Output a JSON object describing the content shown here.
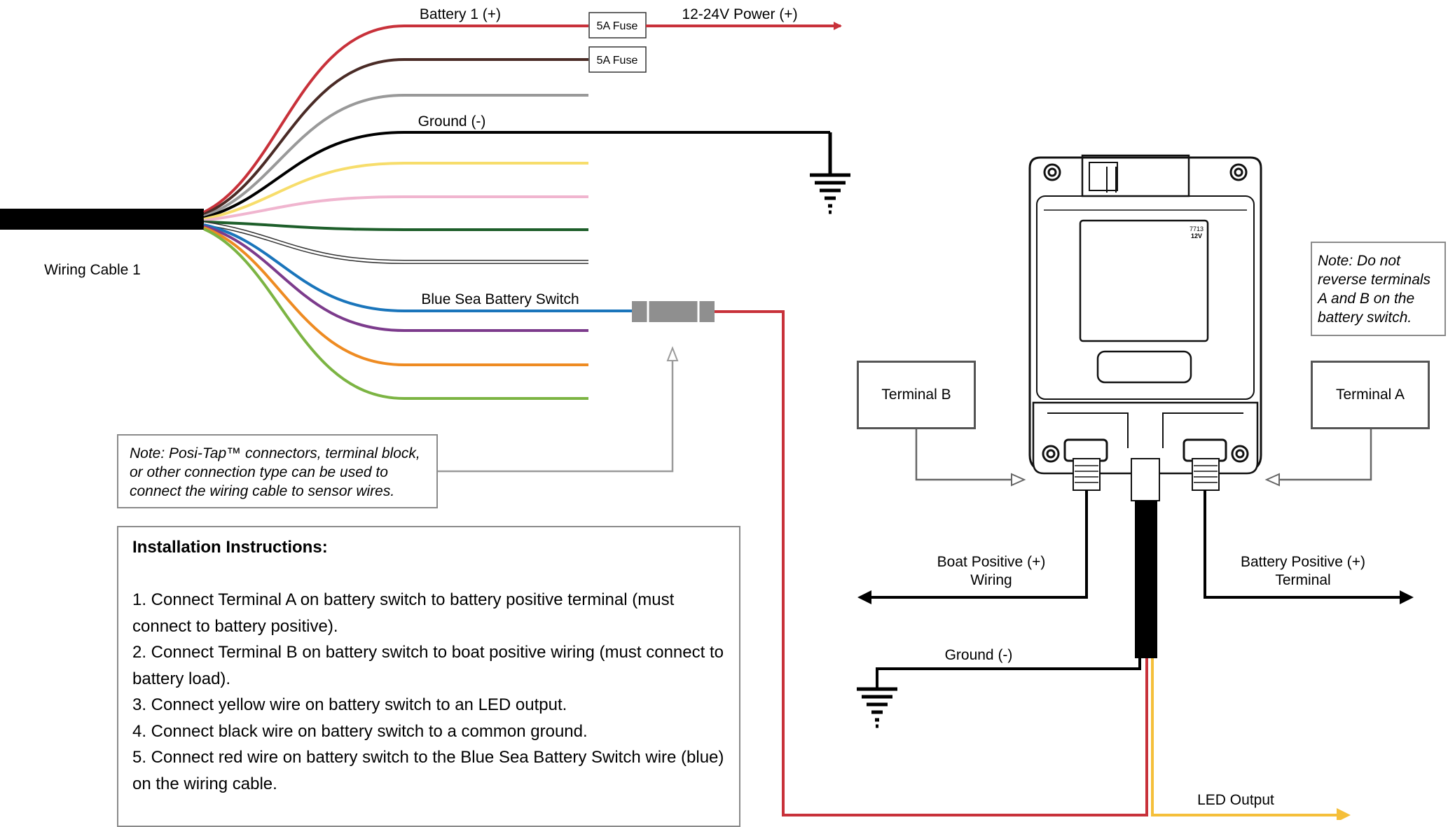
{
  "wire_labels": {
    "battery1": "Battery 1 (+)",
    "power": "12-24V Power (+)",
    "fuse1": "5A Fuse",
    "fuse2": "5A Fuse",
    "ground_top": "Ground (-)",
    "blue_sea": "Blue Sea Battery Switch",
    "wiring_cable": "Wiring Cable 1",
    "boat_positive_line1": "Boat Positive (+)",
    "boat_positive_line2": "Wiring",
    "battery_positive_line1": "Battery Positive (+)",
    "battery_positive_line2": "Terminal",
    "ground_bottom": "Ground (-)",
    "led_output": "LED Output",
    "device_model": "7713",
    "device_voltage": "12V"
  },
  "terminals": {
    "b": "Terminal B",
    "a": "Terminal A"
  },
  "notes": {
    "posi_tap": "Note: Posi-Tap™ connectors, terminal block, or other connection type can be used to connect the wiring cable to sensor wires.",
    "terminals": "Note: Do not reverse terminals A and B on the battery switch."
  },
  "instructions": {
    "title": "Installation Instructions:",
    "steps": [
      "1. Connect Terminal A on battery switch to battery positive terminal (must connect to battery positive).",
      "2. Connect Terminal B on battery switch  to boat positive wiring (must connect to battery load).",
      "3. Connect yellow wire on battery switch to an LED output.",
      "4. Connect black wire on battery switch to a common ground.",
      "5. Connect red wire on battery switch to the Blue Sea Battery Switch wire (blue) on the wiring cable."
    ]
  },
  "wire_colors": [
    "#c8313a",
    "#4a2b26",
    "#999999",
    "#000000",
    "#f7dd6b",
    "#f0b5cf",
    "#1d5e2a",
    "#ffffff",
    "#1a75bb",
    "#7c3b8c",
    "#ee8b22",
    "#7cb443"
  ],
  "accent_colors": {
    "red": "#c8313a",
    "yellow": "#f5bf3a",
    "gray_connector": "#8f8f8f"
  }
}
